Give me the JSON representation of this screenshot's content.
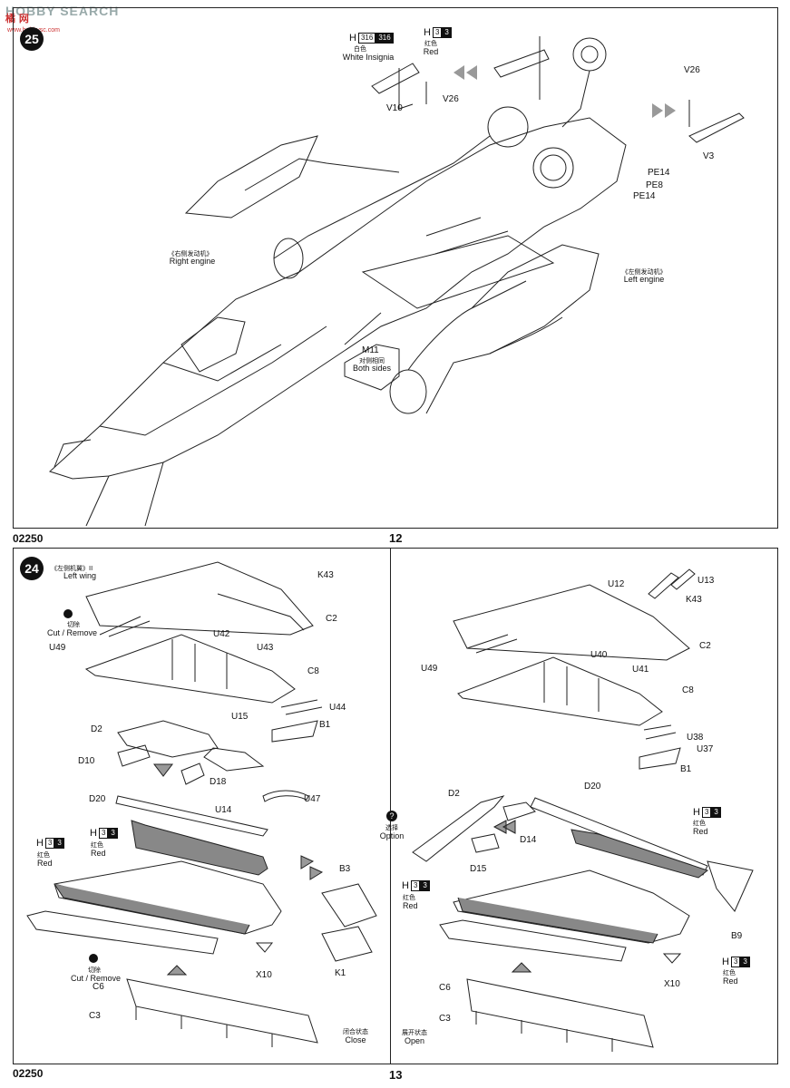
{
  "watermark": {
    "text": "HOBBY SEARCH",
    "cn": "橘 网",
    "url": "www.hobbysc.com"
  },
  "page_top": {
    "code": "02250",
    "number": "12",
    "step": "25"
  },
  "page_bottom": {
    "code": "02250",
    "number": "13",
    "step": "24"
  },
  "step25": {
    "h_white": {
      "code": "H",
      "box1": "316",
      "box2": "316",
      "zh": "白色",
      "en": "White Insignia"
    },
    "h_red": {
      "code": "H",
      "box1": "3",
      "box2": "3",
      "zh": "红色",
      "en": "Red"
    },
    "parts": {
      "v10": "V10",
      "v26a": "V26",
      "v26b": "V26",
      "v3": "V3",
      "pe14a": "PE14",
      "pe8": "PE8",
      "pe14b": "PE14"
    },
    "right_engine": {
      "zh": "《右侧发动机》",
      "en": "Right engine"
    },
    "left_engine": {
      "zh": "《左侧发动机》",
      "en": "Left engine"
    },
    "m11": {
      "code": "M11",
      "zh": "对侧相同",
      "en": "Both sides"
    }
  },
  "step24_left": {
    "title": {
      "zh": "《左侧机翼》II",
      "en": "Left wing"
    },
    "cut1": {
      "zh": "切除",
      "en": "Cut / Remove"
    },
    "cut2": {
      "zh": "切除",
      "en": "Cut / Remove"
    },
    "parts": {
      "k43": "K43",
      "c2": "C2",
      "u42": "U42",
      "u43": "U43",
      "u49": "U49",
      "c8": "C8",
      "u44": "U44",
      "u15": "U15",
      "b1": "B1",
      "d2": "D2",
      "d10": "D10",
      "d18": "D18",
      "d20": "D20",
      "u14": "U14",
      "u47": "U47",
      "b3": "B3",
      "k1": "K1",
      "x10": "X10",
      "c6": "C6",
      "c3": "C3"
    },
    "h1": {
      "code": "H",
      "box1": "3",
      "box2": "3",
      "zh": "红色",
      "en": "Red"
    },
    "h2": {
      "code": "H",
      "box1": "3",
      "box2": "3",
      "zh": "红色",
      "en": "Red"
    },
    "state": {
      "zh": "闭合状态",
      "en": "Close"
    }
  },
  "step24_right": {
    "option": {
      "zh": "选择",
      "en": "Option"
    },
    "parts": {
      "u12": "U12",
      "u13": "U13",
      "k43": "K43",
      "c2": "C2",
      "u49": "U49",
      "u40": "U40",
      "u41": "U41",
      "c8": "C8",
      "u38": "U38",
      "u37": "U37",
      "b1": "B1",
      "d2": "D2",
      "d20": "D20",
      "d14": "D14",
      "d15": "D15",
      "b9": "B9",
      "x10": "X10",
      "c6": "C6",
      "c3": "C3"
    },
    "h1": {
      "code": "H",
      "box1": "3",
      "box2": "3",
      "zh": "红色",
      "en": "Red"
    },
    "h2": {
      "code": "H",
      "box1": "3",
      "box2": "3",
      "zh": "红色",
      "en": "Red"
    },
    "h3": {
      "code": "H",
      "box1": "3",
      "box2": "3",
      "zh": "红色",
      "en": "Red"
    },
    "state": {
      "zh": "展开状态",
      "en": "Open"
    }
  }
}
